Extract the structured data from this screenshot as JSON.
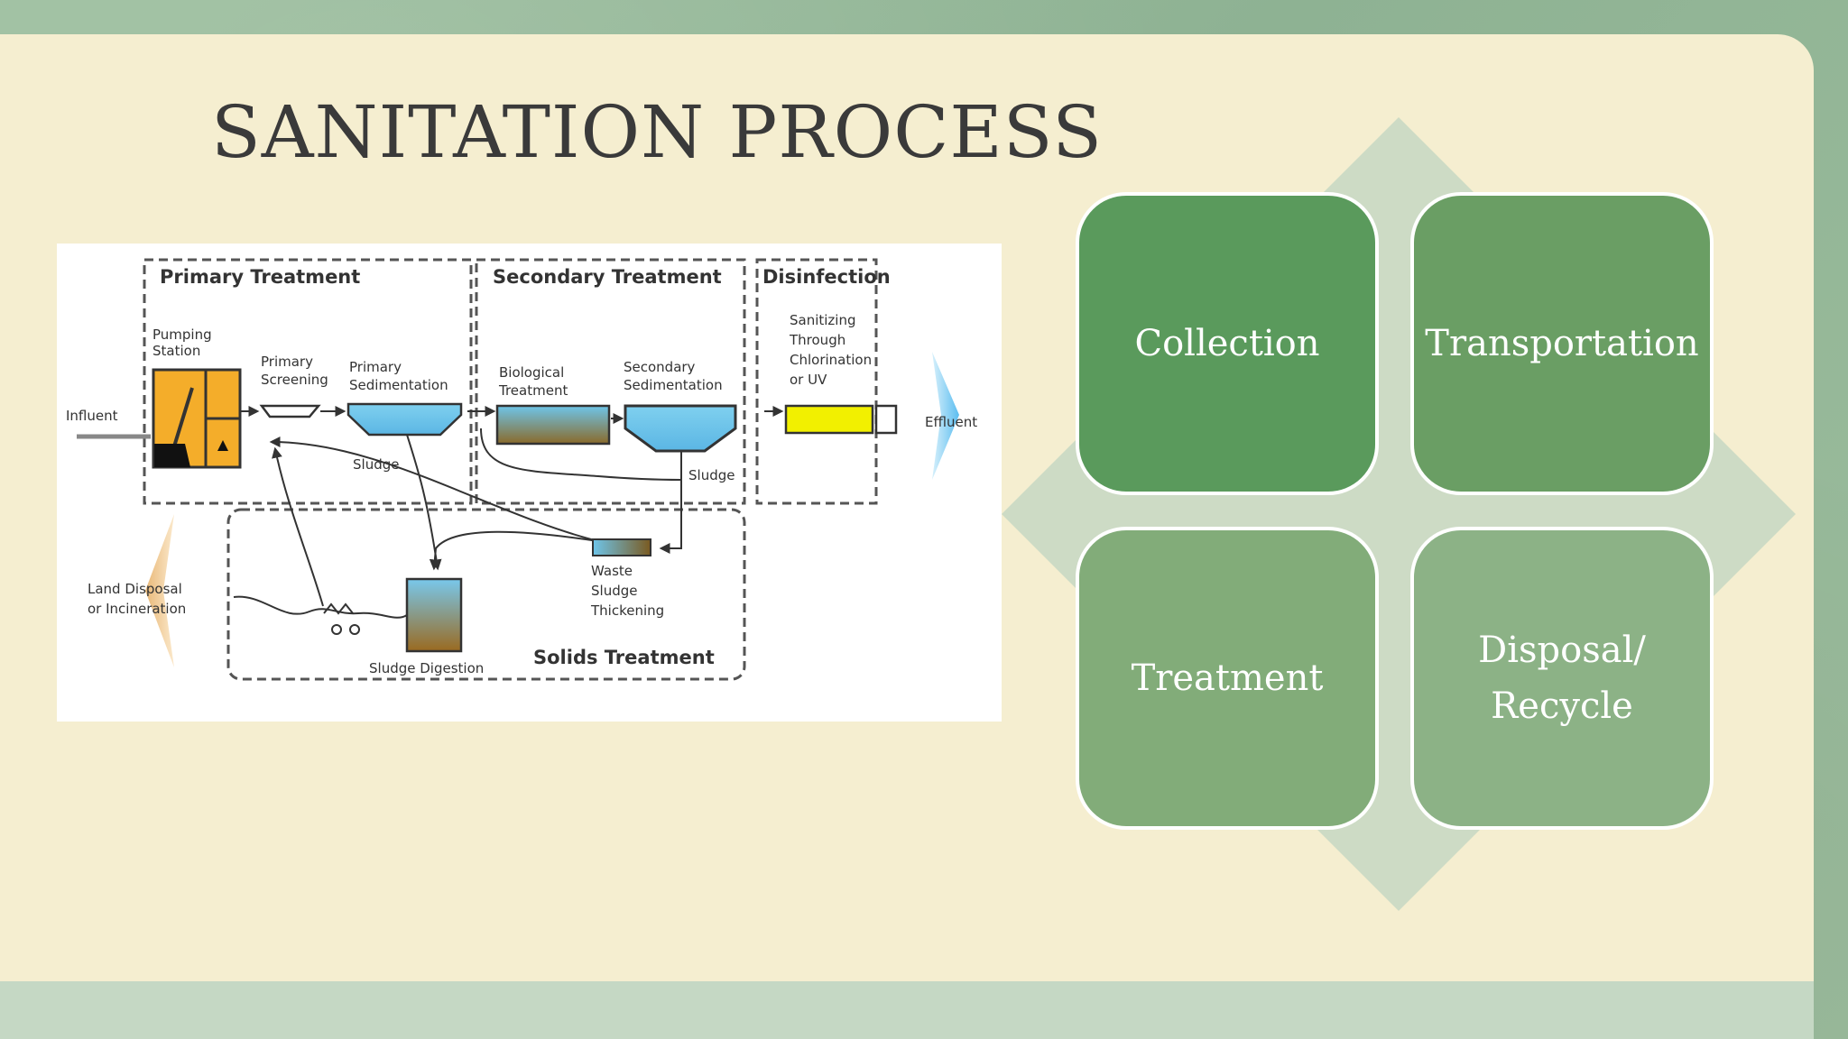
{
  "slide": {
    "title": "SANITATION PROCESS"
  },
  "diagram": {
    "sections": {
      "primary": "Primary Treatment",
      "secondary": "Secondary Treatment",
      "disinfection": "Disinfection",
      "solids": "Solids Treatment"
    },
    "labels": {
      "pumping_1": "Pumping",
      "pumping_2": "Station",
      "screening_1": "Primary",
      "screening_2": "Screening",
      "sedimentation_1": "Primary",
      "sedimentation_2": "Sedimentation",
      "influent": "Influent",
      "sludge_1": "Sludge",
      "biological_1": "Biological",
      "biological_2": "Treatment",
      "secondary_sed_1": "Secondary",
      "secondary_sed_2": "Sedimentation",
      "sludge_2": "Sludge",
      "sanitizing_1": "Sanitizing",
      "sanitizing_2": "Through",
      "sanitizing_3": "Chlorination",
      "sanitizing_4": "or UV",
      "effluent": "Effluent",
      "land_1": "Land Disposal",
      "land_2": "or Incineration",
      "waste_1": "Waste",
      "waste_2": "Sludge",
      "waste_3": "Thickening",
      "digestion": "Sludge Digestion"
    }
  },
  "matrix": {
    "items": [
      "Collection",
      "Transportation",
      "Treatment",
      "Disposal/ Recycle"
    ]
  },
  "colors": {
    "panel": "#f5eed0",
    "collection": "#5a9a5c",
    "transportation": "#6a9e64",
    "treatment": "#82ac79",
    "disposal": "#8cb286"
  }
}
